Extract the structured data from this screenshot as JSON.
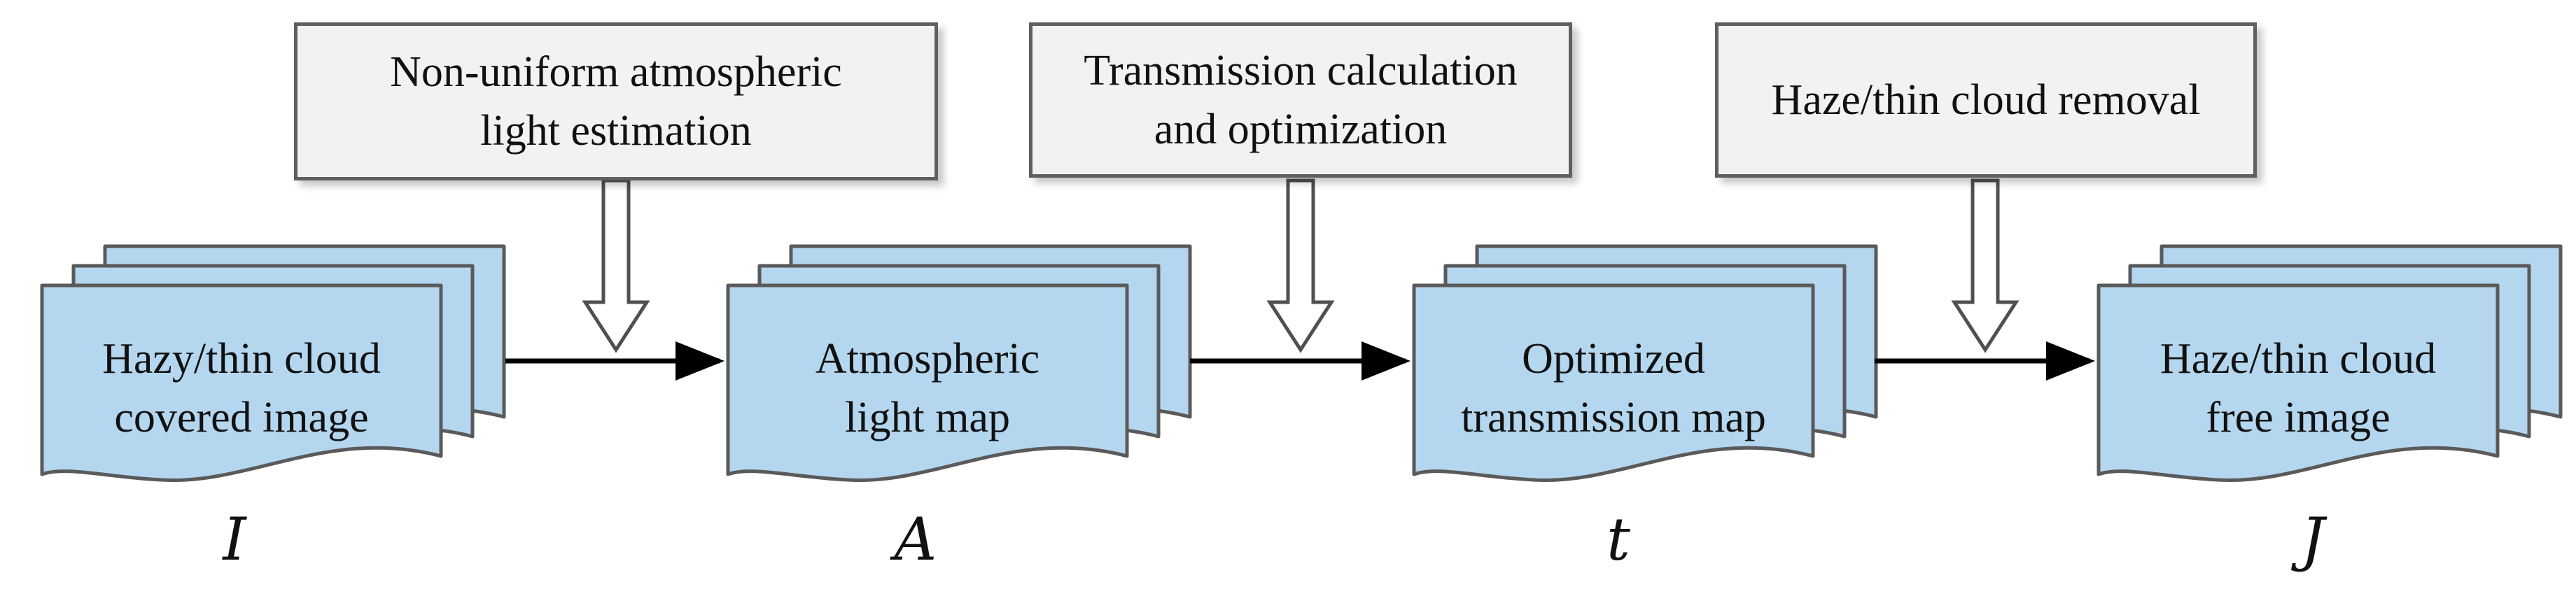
{
  "diagram": {
    "process_steps": [
      {
        "label": "Non-uniform atmospheric\nlight estimation"
      },
      {
        "label": "Transmission calculation\nand optimization"
      },
      {
        "label": "Haze/thin cloud removal"
      }
    ],
    "stages": [
      {
        "label": "Hazy/thin cloud\ncovered image",
        "symbol": "I"
      },
      {
        "label": "Atmospheric\nlight map",
        "symbol": "A"
      },
      {
        "label": "Optimized\ntransmission map",
        "symbol": "t"
      },
      {
        "label": "Haze/thin cloud\nfree image",
        "symbol": "J"
      }
    ],
    "colors": {
      "document_fill": "#b4d7ef",
      "document_stroke": "#5a5a5a",
      "box_fill": "#f2f2f2",
      "box_stroke": "#5f5f5f",
      "flow_arrow": "#000000",
      "down_arrow_fill": "#ffffff",
      "down_arrow_stroke": "#505050"
    }
  }
}
